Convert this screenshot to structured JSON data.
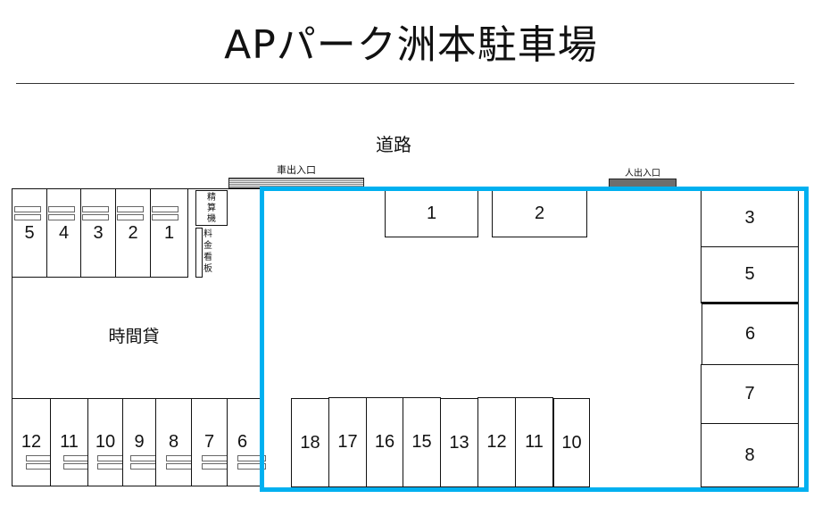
{
  "header": {
    "title": "APパーク洲本駐車場"
  },
  "map": {
    "road_label": "道路",
    "vehicle_gate_label": "車出入口",
    "pedestrian_gate_label": "人出入口",
    "hourly_area_label": "時間貸",
    "pay_machine_label": "精算機",
    "pay_machine_lines": [
      "精",
      "算",
      "機"
    ],
    "price_sign_lines": [
      "料",
      "金",
      "看",
      "板"
    ],
    "highlight_color": "#00b0f0",
    "left_top_row": [
      "5",
      "4",
      "3",
      "2",
      "1"
    ],
    "left_bottom_row": [
      "12",
      "11",
      "10",
      "9",
      "8",
      "7",
      "6"
    ],
    "highlight_top_row": [
      "1",
      "2"
    ],
    "highlight_bottom_row": [
      "18",
      "17",
      "16",
      "15",
      "13",
      "12",
      "11",
      "10"
    ],
    "highlight_right_column": [
      "3",
      "5",
      "6",
      "7",
      "8"
    ]
  }
}
